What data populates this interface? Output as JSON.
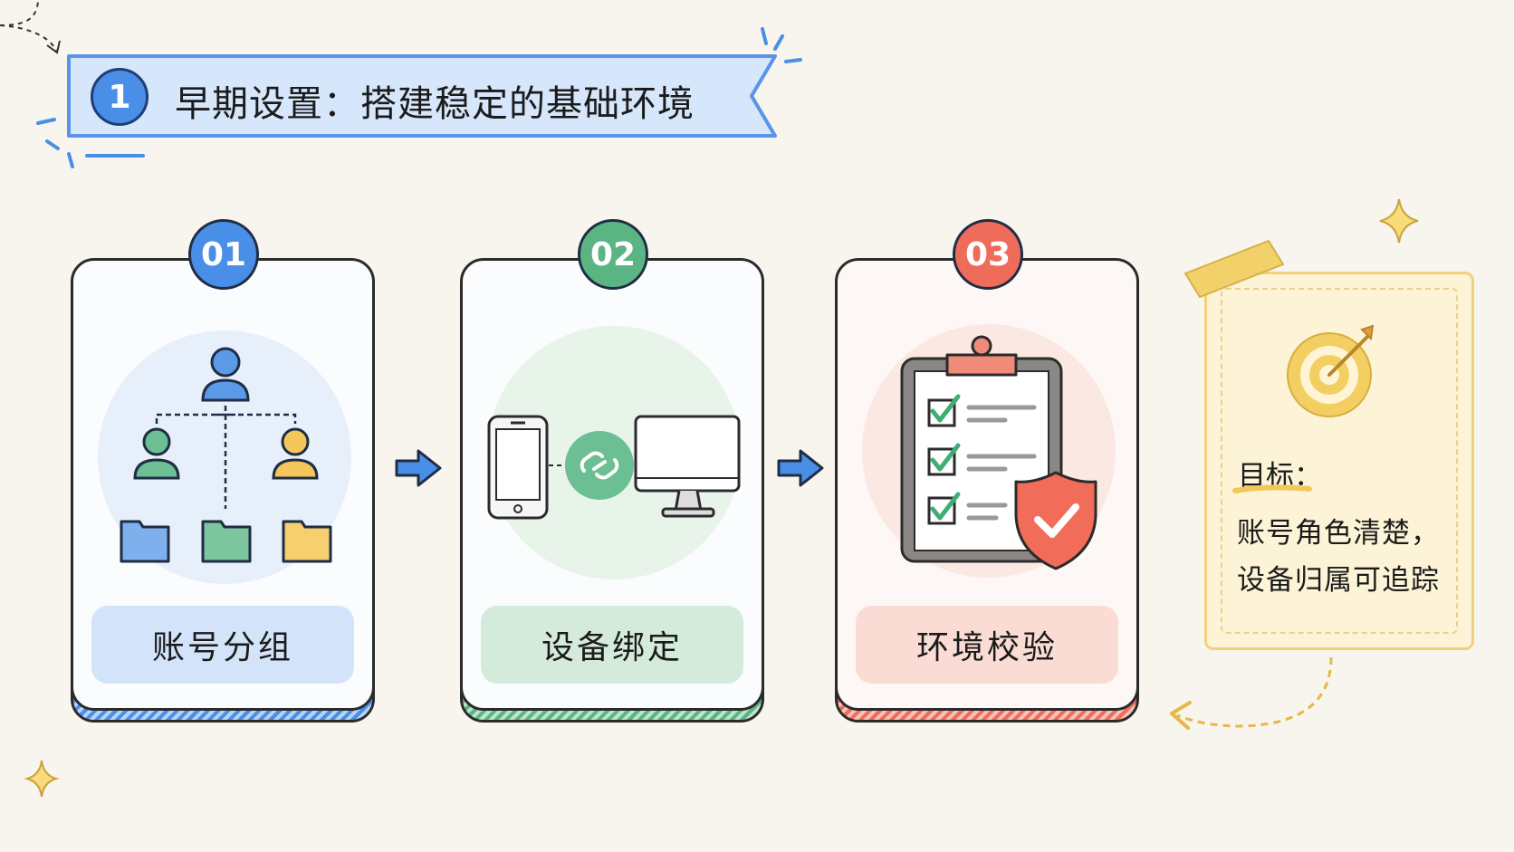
{
  "banner": {
    "number": "1",
    "title": "早期设置：搭建稳定的基础环境"
  },
  "steps": [
    {
      "number": "01",
      "label": "账号分组",
      "icon": "org-chart-icon",
      "color": "#4a8fe7"
    },
    {
      "number": "02",
      "label": "设备绑定",
      "icon": "device-link-icon",
      "color": "#5ab583"
    },
    {
      "number": "03",
      "label": "环境校验",
      "icon": "clipboard-shield-icon",
      "color": "#ef6b5a"
    }
  ],
  "goal": {
    "title": "目标：",
    "lines": [
      "账号角色清楚，",
      "设备归属可追踪"
    ],
    "icon": "target-icon",
    "color": "#f0c95a"
  }
}
